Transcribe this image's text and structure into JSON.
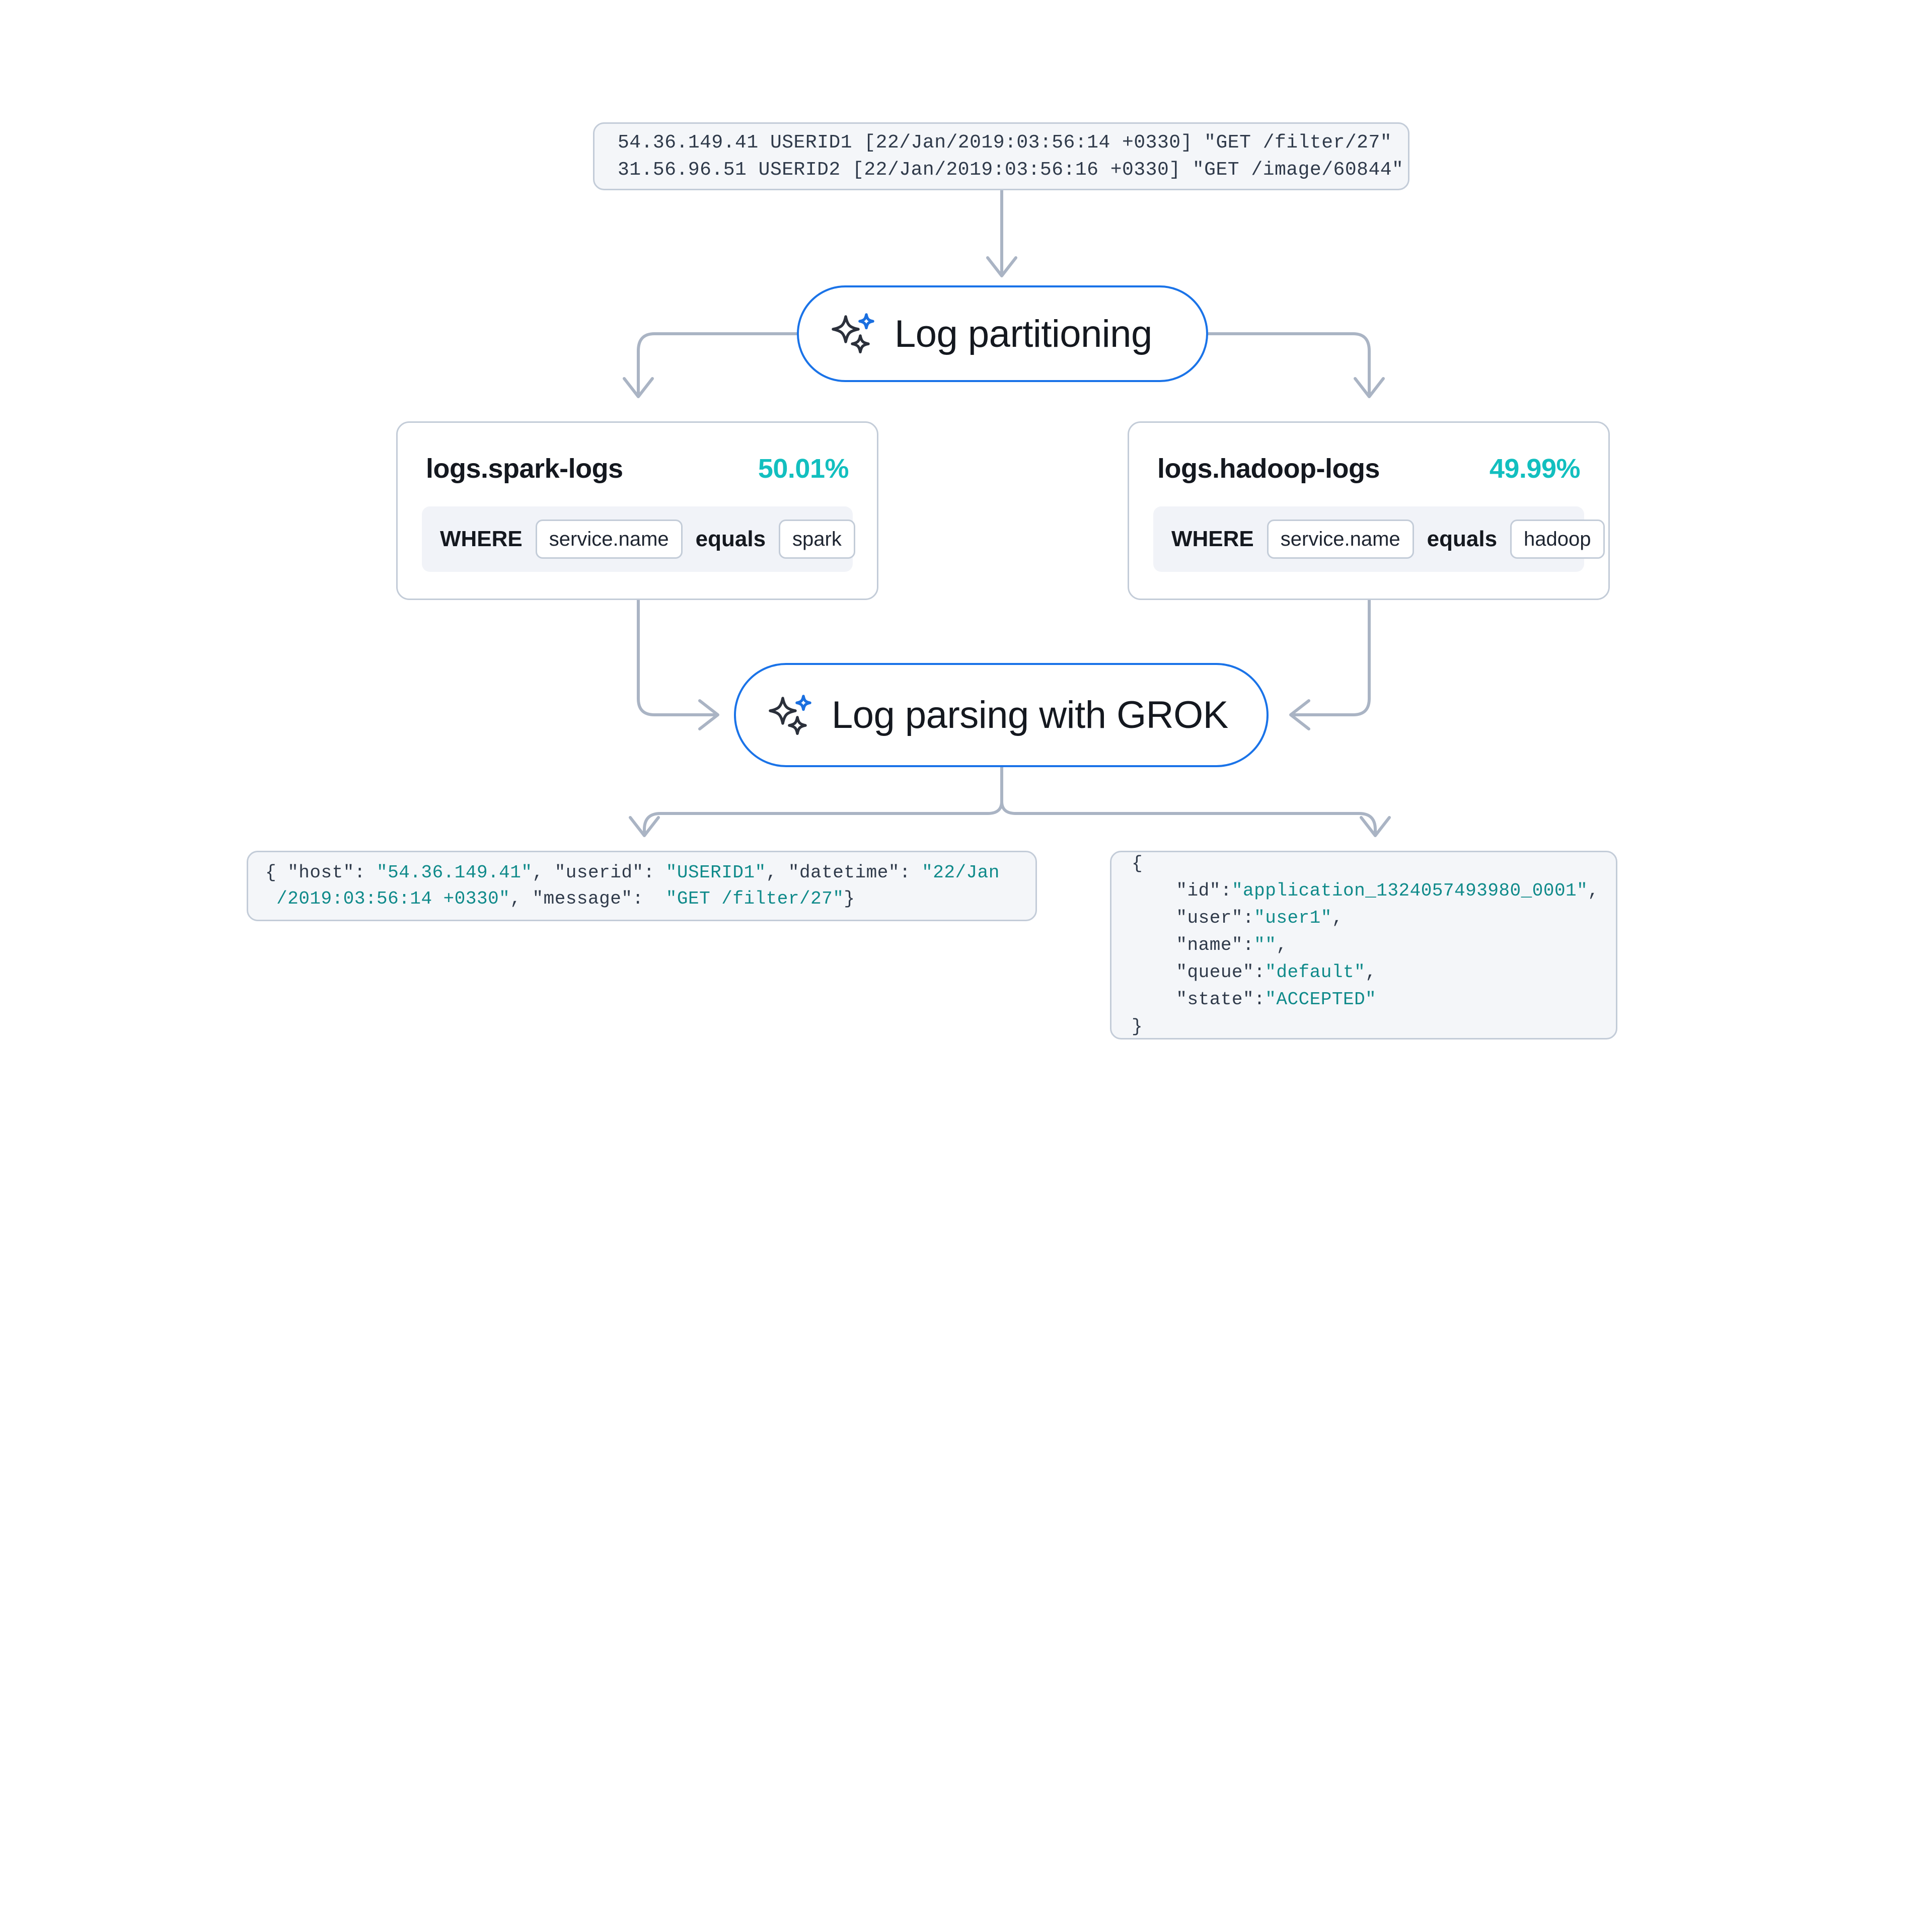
{
  "diagram": {
    "title": "Log partitioning and GROK parsing pipeline",
    "accent_blue": "#1a73e8",
    "accent_teal": "#12bfbf",
    "wire_color": "#aab4c4",
    "box_fill": "#f4f6f9",
    "box_border": "#c3ccd8"
  },
  "input_log": {
    "name": "raw-log-sample",
    "line1": "54.36.149.41 USERID1 [22/Jan/2019:03:56:14 +0330] \"GET /filter/27\"",
    "line2": "31.56.96.51 USERID2 [22/Jan/2019:03:56:16 +0330] \"GET /image/60844\""
  },
  "nodes": {
    "partitioning": {
      "label": "Log partitioning",
      "icon": "sparkles-icon"
    },
    "parsing": {
      "label": "Log parsing with GROK",
      "icon": "sparkles-icon"
    }
  },
  "partitions": [
    {
      "title": "logs.spark-logs",
      "percent": "50.01%",
      "condition": {
        "keyword": "WHERE",
        "field": "service.name",
        "operator": "equals",
        "value": "spark"
      }
    },
    {
      "title": "logs.hadoop-logs",
      "percent": "49.99%",
      "condition": {
        "keyword": "WHERE",
        "field": "service.name",
        "operator": "equals",
        "value": "hadoop"
      }
    }
  ],
  "outputs": {
    "left": {
      "name": "parsed-spark-json",
      "segments": [
        {
          "t": "{ \"host\": ",
          "c": "key"
        },
        {
          "t": "\"54.36.149.41\"",
          "c": "val"
        },
        {
          "t": ", \"userid\": ",
          "c": "key"
        },
        {
          "t": "\"USERID1\"",
          "c": "val"
        },
        {
          "t": ", \"datetime\": ",
          "c": "key"
        },
        {
          "t": "\"22/Jan\n /2019:03:56:14 +0330\"",
          "c": "val"
        },
        {
          "t": ", \"message\": ",
          "c": "key"
        },
        {
          "t": " \"GET /filter/27\"",
          "c": "val"
        },
        {
          "t": "}",
          "c": "key"
        }
      ]
    },
    "right": {
      "name": "parsed-hadoop-json",
      "lines": [
        [
          {
            "t": "{",
            "c": "key"
          }
        ],
        [
          {
            "t": "    \"id\":",
            "c": "key"
          },
          {
            "t": "\"application_1324057493980_0001\"",
            "c": "val"
          },
          {
            "t": ",",
            "c": "key"
          }
        ],
        [
          {
            "t": "    \"user\":",
            "c": "key"
          },
          {
            "t": "\"user1\"",
            "c": "val"
          },
          {
            "t": ",",
            "c": "key"
          }
        ],
        [
          {
            "t": "    \"name\":",
            "c": "key"
          },
          {
            "t": "\"\"",
            "c": "val"
          },
          {
            "t": ",",
            "c": "key"
          }
        ],
        [
          {
            "t": "    \"queue\":",
            "c": "key"
          },
          {
            "t": "\"default\"",
            "c": "val"
          },
          {
            "t": ",",
            "c": "key"
          }
        ],
        [
          {
            "t": "    \"state\":",
            "c": "key"
          },
          {
            "t": "\"ACCEPTED\"",
            "c": "val"
          }
        ],
        [
          {
            "t": "}",
            "c": "key"
          }
        ]
      ]
    }
  }
}
